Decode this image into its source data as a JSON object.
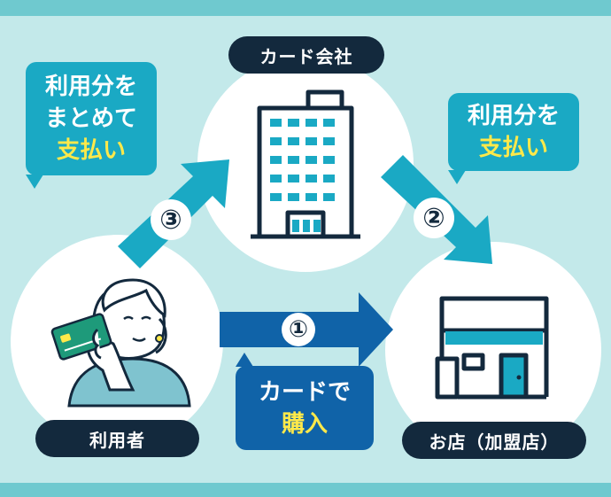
{
  "nodes": {
    "card_company": {
      "label": "カード会社"
    },
    "user": {
      "label": "利用者"
    },
    "store": {
      "label": "お店（加盟店）"
    }
  },
  "bubbles": {
    "user_payment": {
      "line1": "利用分を",
      "line2": "まとめて",
      "highlight": "支払い"
    },
    "company_payment": {
      "line1": "利用分を",
      "highlight": "支払い"
    },
    "purchase": {
      "line1": "カードで",
      "highlight": "購入"
    }
  },
  "steps": [
    {
      "number": "①"
    },
    {
      "number": "②"
    },
    {
      "number": "③"
    }
  ],
  "colors": {
    "background": "#c3e9ea",
    "navy": "#13293d",
    "teal": "#1aa9c4",
    "blue": "#1063a8",
    "highlight": "#ffe94a",
    "circle": "#ffffff"
  }
}
